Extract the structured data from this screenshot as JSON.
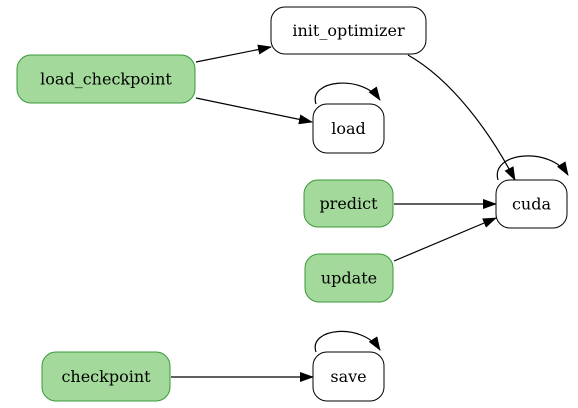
{
  "colors": {
    "green_fill": "#a3d99b",
    "green_stroke": "#3a9a3a",
    "white_fill": "#ffffff",
    "black_stroke": "#000000"
  },
  "nodes": [
    {
      "id": "init_optimizer",
      "label": "init_optimizer",
      "style": "white"
    },
    {
      "id": "load_checkpoint",
      "label": "load_checkpoint",
      "style": "green"
    },
    {
      "id": "load",
      "label": "load",
      "style": "white"
    },
    {
      "id": "predict",
      "label": "predict",
      "style": "green"
    },
    {
      "id": "cuda",
      "label": "cuda",
      "style": "white"
    },
    {
      "id": "update",
      "label": "update",
      "style": "green"
    },
    {
      "id": "checkpoint",
      "label": "checkpoint",
      "style": "green"
    },
    {
      "id": "save",
      "label": "save",
      "style": "white"
    }
  ],
  "edges": [
    {
      "from": "load_checkpoint",
      "to": "init_optimizer"
    },
    {
      "from": "load_checkpoint",
      "to": "load"
    },
    {
      "from": "init_optimizer",
      "to": "cuda"
    },
    {
      "from": "predict",
      "to": "cuda"
    },
    {
      "from": "update",
      "to": "cuda"
    },
    {
      "from": "checkpoint",
      "to": "save"
    },
    {
      "from": "load",
      "to": "load"
    },
    {
      "from": "cuda",
      "to": "cuda"
    },
    {
      "from": "save",
      "to": "save"
    }
  ]
}
